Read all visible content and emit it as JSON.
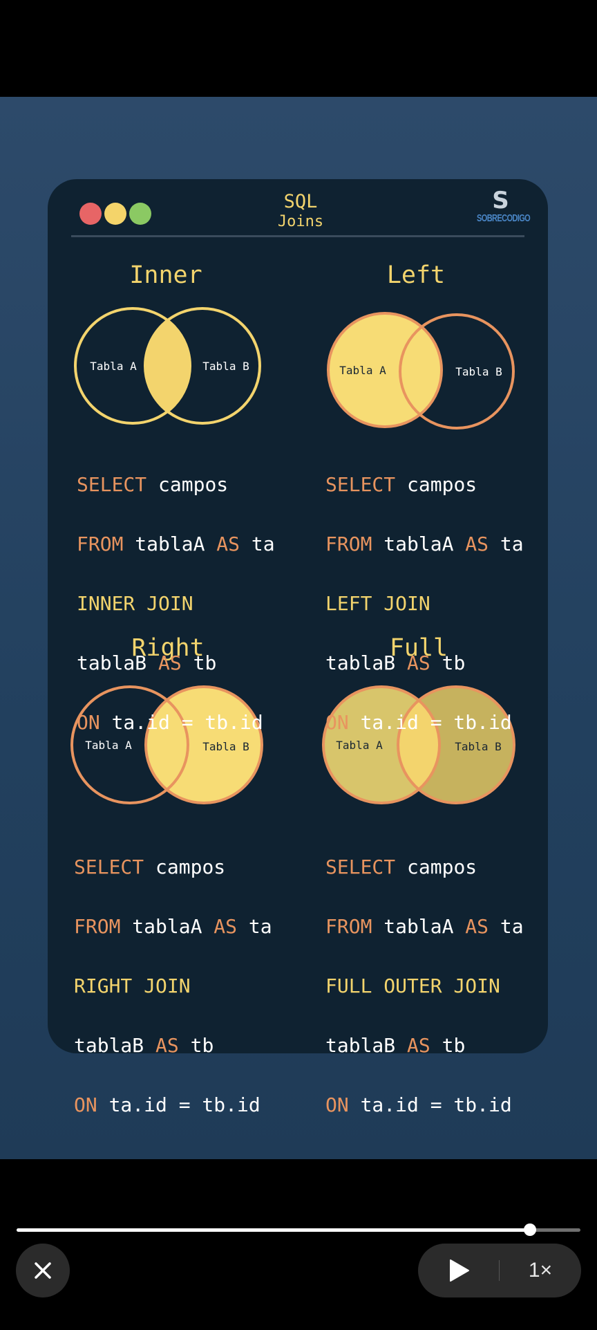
{
  "header": {
    "title_line1": "SQL",
    "title_line2": "Joins",
    "logo_letter": "S",
    "logo_text": "SOBRECODIGO",
    "window_dots": [
      "#e76566",
      "#f4d46a",
      "#8bc963"
    ]
  },
  "colors": {
    "background": "#22405e",
    "card": "#0f2231",
    "accent_yellow": "#f3d46d",
    "keyword_orange": "#e8945f",
    "code_text": "#ffffff"
  },
  "joins": [
    {
      "title": "Inner",
      "table_a": "Tabla A",
      "table_b": "Tabla B",
      "lines": [
        {
          "k": "SELECT",
          "r": " campos"
        },
        {
          "k": "FROM",
          "r": " tablaA ",
          "k2": "AS",
          "r2": " ta"
        },
        {
          "j": "INNER JOIN"
        },
        {
          "p": "tablaB ",
          "k2": "AS",
          "r2": " tb"
        },
        {
          "k": "ON",
          "r": " ta.id = tb.id"
        }
      ]
    },
    {
      "title": "Left",
      "table_a": "Tabla A",
      "table_b": "Tabla B",
      "lines": [
        {
          "k": "SELECT",
          "r": " campos"
        },
        {
          "k": "FROM",
          "r": " tablaA ",
          "k2": "AS",
          "r2": " ta"
        },
        {
          "j": "LEFT JOIN"
        },
        {
          "p": "tablaB ",
          "k2": "AS",
          "r2": " tb"
        },
        {
          "k": "ON",
          "r": " ta.id = tb.id"
        }
      ]
    },
    {
      "title": "Right",
      "table_a": "Tabla A",
      "table_b": "Tabla B",
      "lines": [
        {
          "k": "SELECT",
          "r": " campos"
        },
        {
          "k": "FROM",
          "r": " tablaA ",
          "k2": "AS",
          "r2": " ta"
        },
        {
          "j": "RIGHT JOIN"
        },
        {
          "p": "tablaB ",
          "k2": "AS",
          "r2": " tb"
        },
        {
          "k": "ON",
          "r": " ta.id = tb.id"
        }
      ]
    },
    {
      "title": "Full",
      "table_a": "Tabla A",
      "table_b": "Tabla B",
      "lines": [
        {
          "k": "SELECT",
          "r": " campos"
        },
        {
          "k": "FROM",
          "r": " tablaA ",
          "k2": "AS",
          "r2": " ta"
        },
        {
          "j": "FULL OUTER JOIN"
        },
        {
          "p": "tablaB ",
          "k2": "AS",
          "r2": " tb"
        },
        {
          "k": "ON",
          "r": " ta.id = tb.id"
        }
      ]
    }
  ],
  "player": {
    "progress": 0.91,
    "close_icon": "close-icon",
    "play_icon": "play-icon",
    "speed_label": "1×"
  }
}
